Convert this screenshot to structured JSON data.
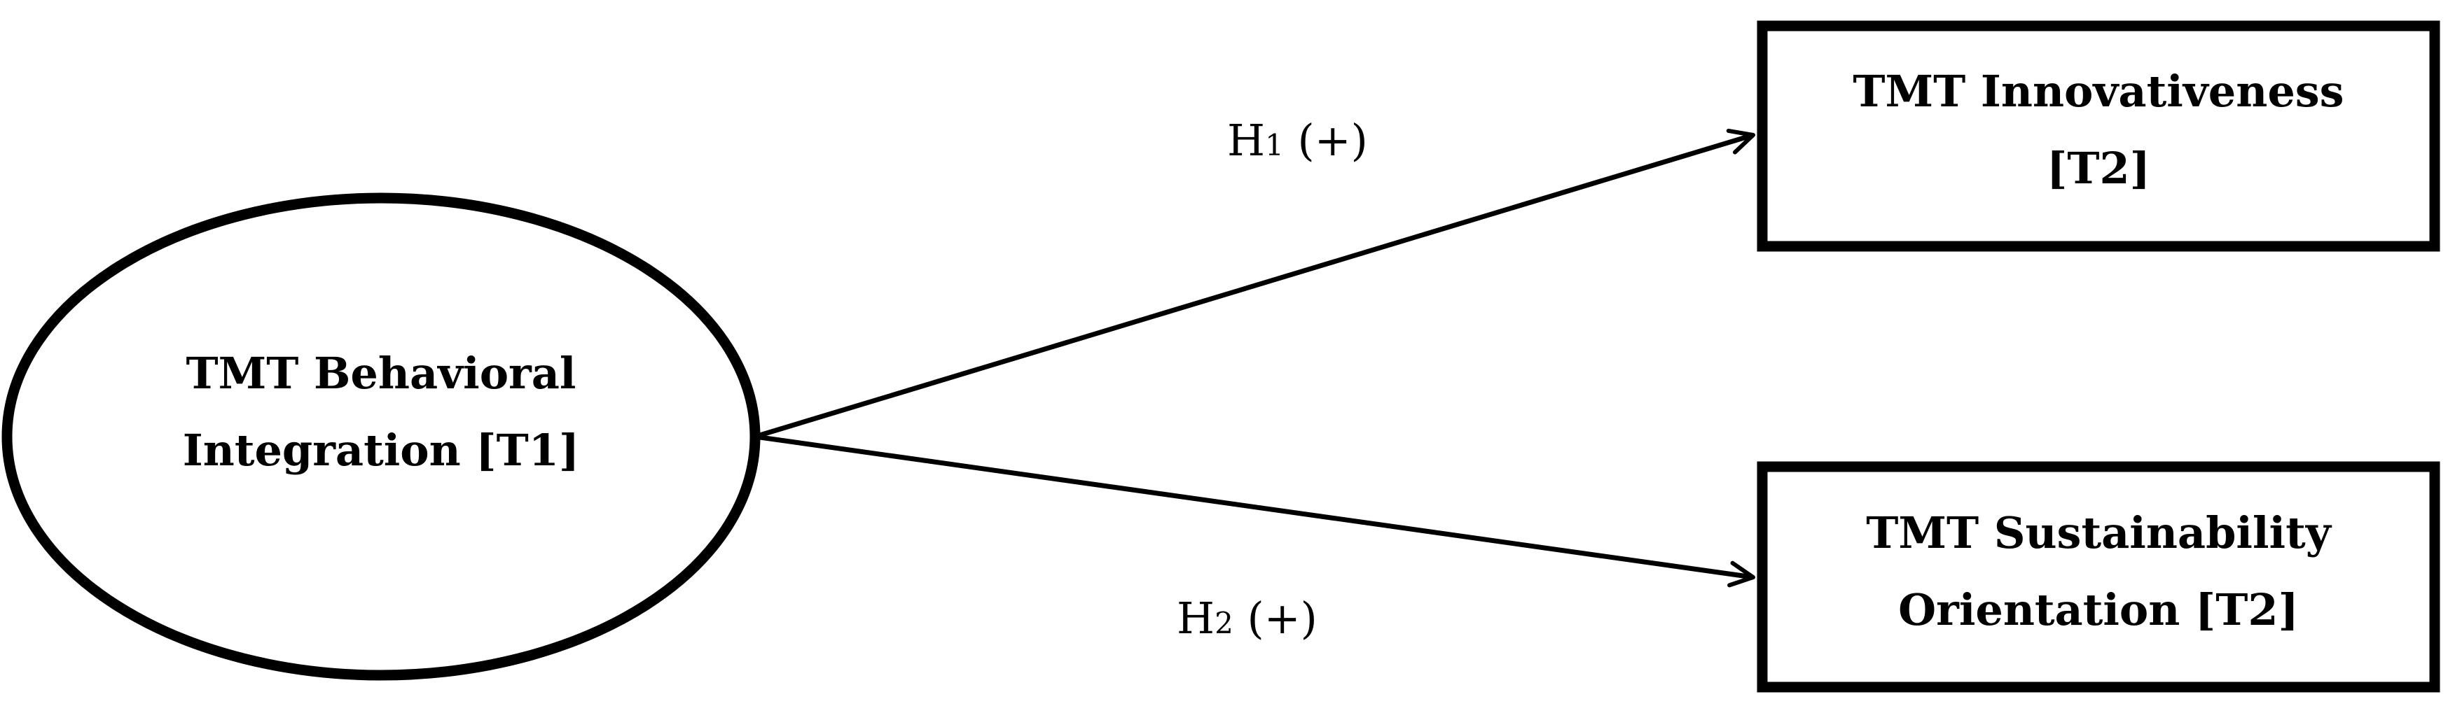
{
  "diagram": {
    "nodes": {
      "behavioral_integration": {
        "shape": "ellipse",
        "lines": [
          "TMT Behavioral",
          "Integration [T1]"
        ]
      },
      "innovativeness": {
        "shape": "rectangle",
        "lines": [
          "TMT Innovativeness",
          "[T2]"
        ]
      },
      "sustainability_orientation": {
        "shape": "rectangle",
        "lines": [
          "TMT Sustainability",
          "Orientation [T2]"
        ]
      }
    },
    "edges": {
      "h1": {
        "from": "behavioral_integration",
        "to": "innovativeness",
        "label_main": "H",
        "label_sub": "1",
        "label_sign": " (+)"
      },
      "h2": {
        "from": "behavioral_integration",
        "to": "sustainability_orientation",
        "label_main": "H",
        "label_sub": "2",
        "label_sign": " (+)"
      }
    },
    "colors": {
      "stroke": "#000000",
      "background": "#ffffff"
    }
  }
}
